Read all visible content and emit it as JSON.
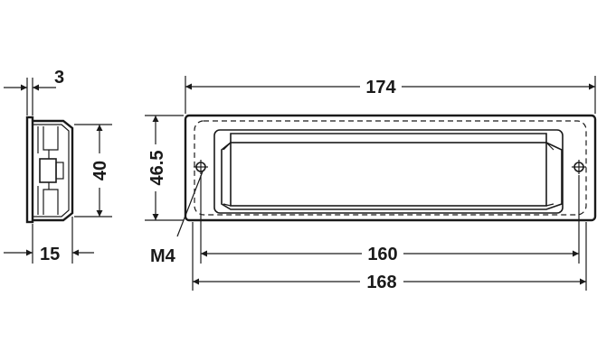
{
  "dimensions": {
    "thickness": "3",
    "depth": "15",
    "side_height": "40",
    "height": "46.5",
    "overall_length": "174",
    "hole_spacing": "160",
    "inner_length": "168"
  },
  "labels": {
    "thread": "M4"
  },
  "colors": {
    "ink": "#1a1a1a",
    "background": "#ffffff"
  }
}
